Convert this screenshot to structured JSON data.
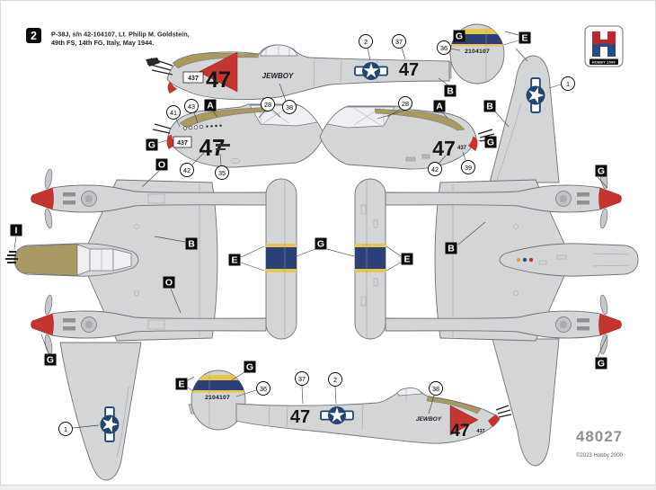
{
  "page": {
    "background": "#ffffff",
    "border": "#d9d9d9"
  },
  "header": {
    "variant_number": "2",
    "line1": "P-38J, s/n 42-104107, Lt. Philip M. Goldstein,",
    "line2": "49th FS, 14th FG, Italy, May 1944."
  },
  "logo": {
    "brand": "HOBBY 2000"
  },
  "markings": {
    "tactical_number": "47",
    "nickname": "JEWBOY",
    "serial": "2104107",
    "small_code": "437"
  },
  "callouts": {
    "letters": {
      "A": "A",
      "B": "B",
      "E": "E",
      "G": "G",
      "I": "I",
      "O": "O"
    },
    "numbers": {
      "c1": "1",
      "c2": "2",
      "c28": "28",
      "c35": "35",
      "c36": "36",
      "c37": "37",
      "c38": "38",
      "c39": "39",
      "c41": "41",
      "c42": "42",
      "c43": "43"
    }
  },
  "colors": {
    "airframe_gray": "#d4d5d7",
    "outline_gray": "#71747a",
    "olive_drab": "#a89a62",
    "insignia_red": "#c5352f",
    "insignia_blue": "#24456e",
    "band_blue": "#2b3f79",
    "band_yellow": "#e7c64b"
  },
  "footer": {
    "kit_number": "48027",
    "copyright": "©2023 Hobby 2000"
  }
}
